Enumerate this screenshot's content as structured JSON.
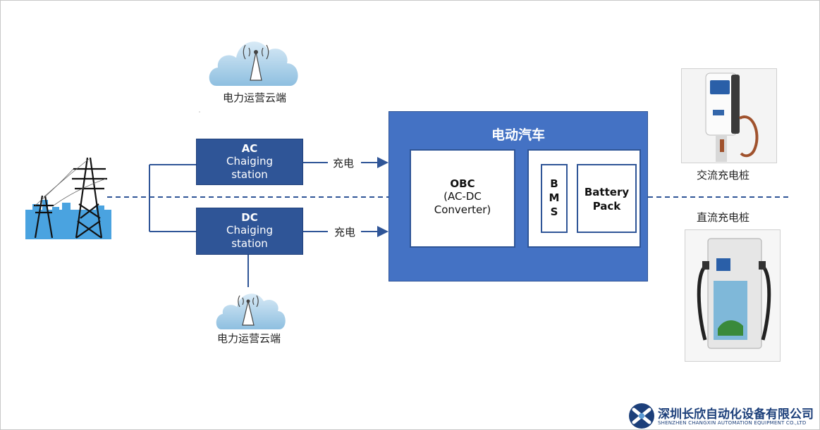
{
  "ev": {
    "title": "电动汽车",
    "obc": {
      "title": "OBC",
      "line1": "(AC-DC",
      "line2": "Converter)"
    },
    "bms": [
      "B",
      "M",
      "S"
    ],
    "battery": {
      "line1": "Battery",
      "line2": "Pack"
    }
  },
  "ac_station": {
    "title": "AC",
    "line1": "Chaiging",
    "line2": "station"
  },
  "dc_station": {
    "title": "DC",
    "line1": "Chaiging",
    "line2": "station"
  },
  "charge_labels": {
    "top": "充电",
    "bottom": "充电"
  },
  "clouds": {
    "top_label": "电力运营云端",
    "bottom_label": "电力运营云端"
  },
  "chargers": {
    "ac_label": "交流充电桩",
    "dc_label": "直流充电桩"
  },
  "company": {
    "name_cn": "深圳长欣自动化设备有限公司",
    "name_en": "SHENZHEN CHANGXIN AUTOMATION EQUIPMENT CO.,LTD"
  },
  "colors": {
    "station_fill": "#2f5597",
    "ev_fill": "#4472c4",
    "line": "#2f5597"
  }
}
